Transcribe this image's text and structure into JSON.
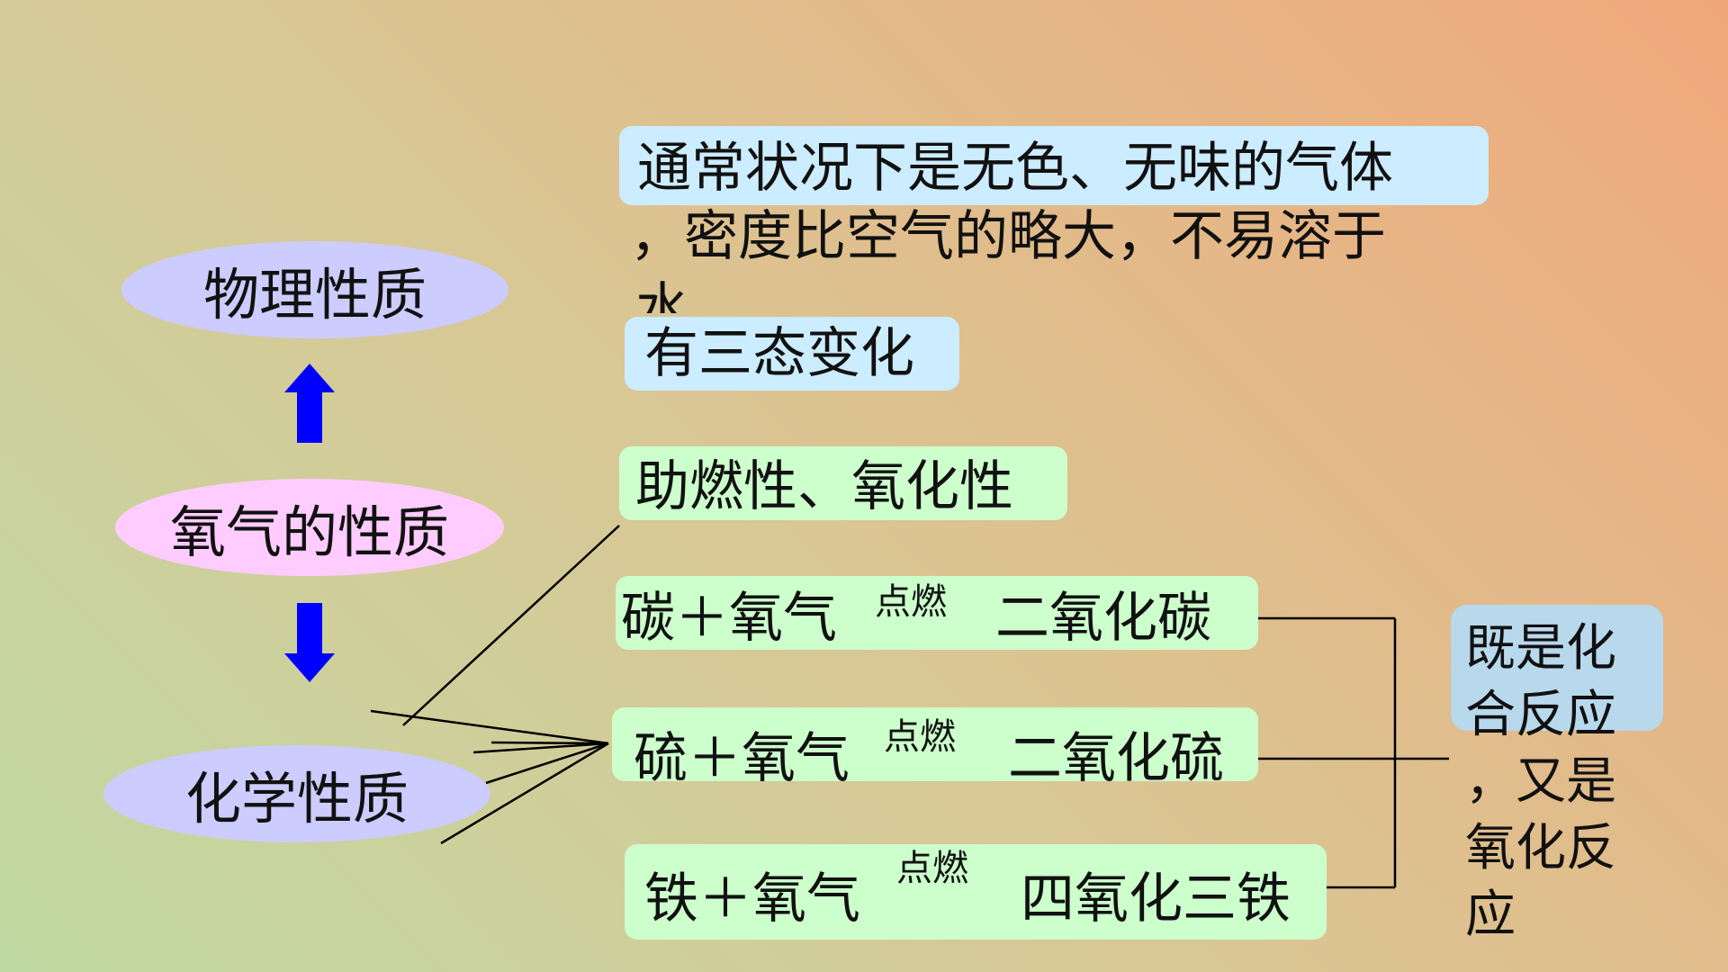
{
  "nodes": {
    "physical": "物理性质",
    "oxygen": "氧气的性质",
    "chemical": "化学性质"
  },
  "physical_props": {
    "line1": "通常状况下是无色、无味的气体",
    "line2": "，密度比空气的略大，不易溶于",
    "line3": "水",
    "state_change": "有三态变化"
  },
  "chemical_props": {
    "combustion": "助燃性、氧化性",
    "reactions": [
      {
        "reactants": "碳＋氧气",
        "condition": "点燃",
        "product": "二氧化碳"
      },
      {
        "reactants": "硫＋氧气",
        "condition": "点燃",
        "product": "二氧化硫"
      },
      {
        "reactants": "铁＋氧气",
        "condition": "点燃",
        "product": "四氧化三铁"
      }
    ]
  },
  "conclusion": {
    "lines": [
      "既是化",
      "合反应",
      "，又是",
      "氧化反",
      "应"
    ]
  },
  "colors": {
    "arrow": "#0000ff",
    "node_blue": "#ccccff",
    "node_pink": "#ffccff",
    "box_blue": "#ccecff",
    "box_green": "#ccffcc",
    "conclusion_bg": "#b8d8ec"
  }
}
